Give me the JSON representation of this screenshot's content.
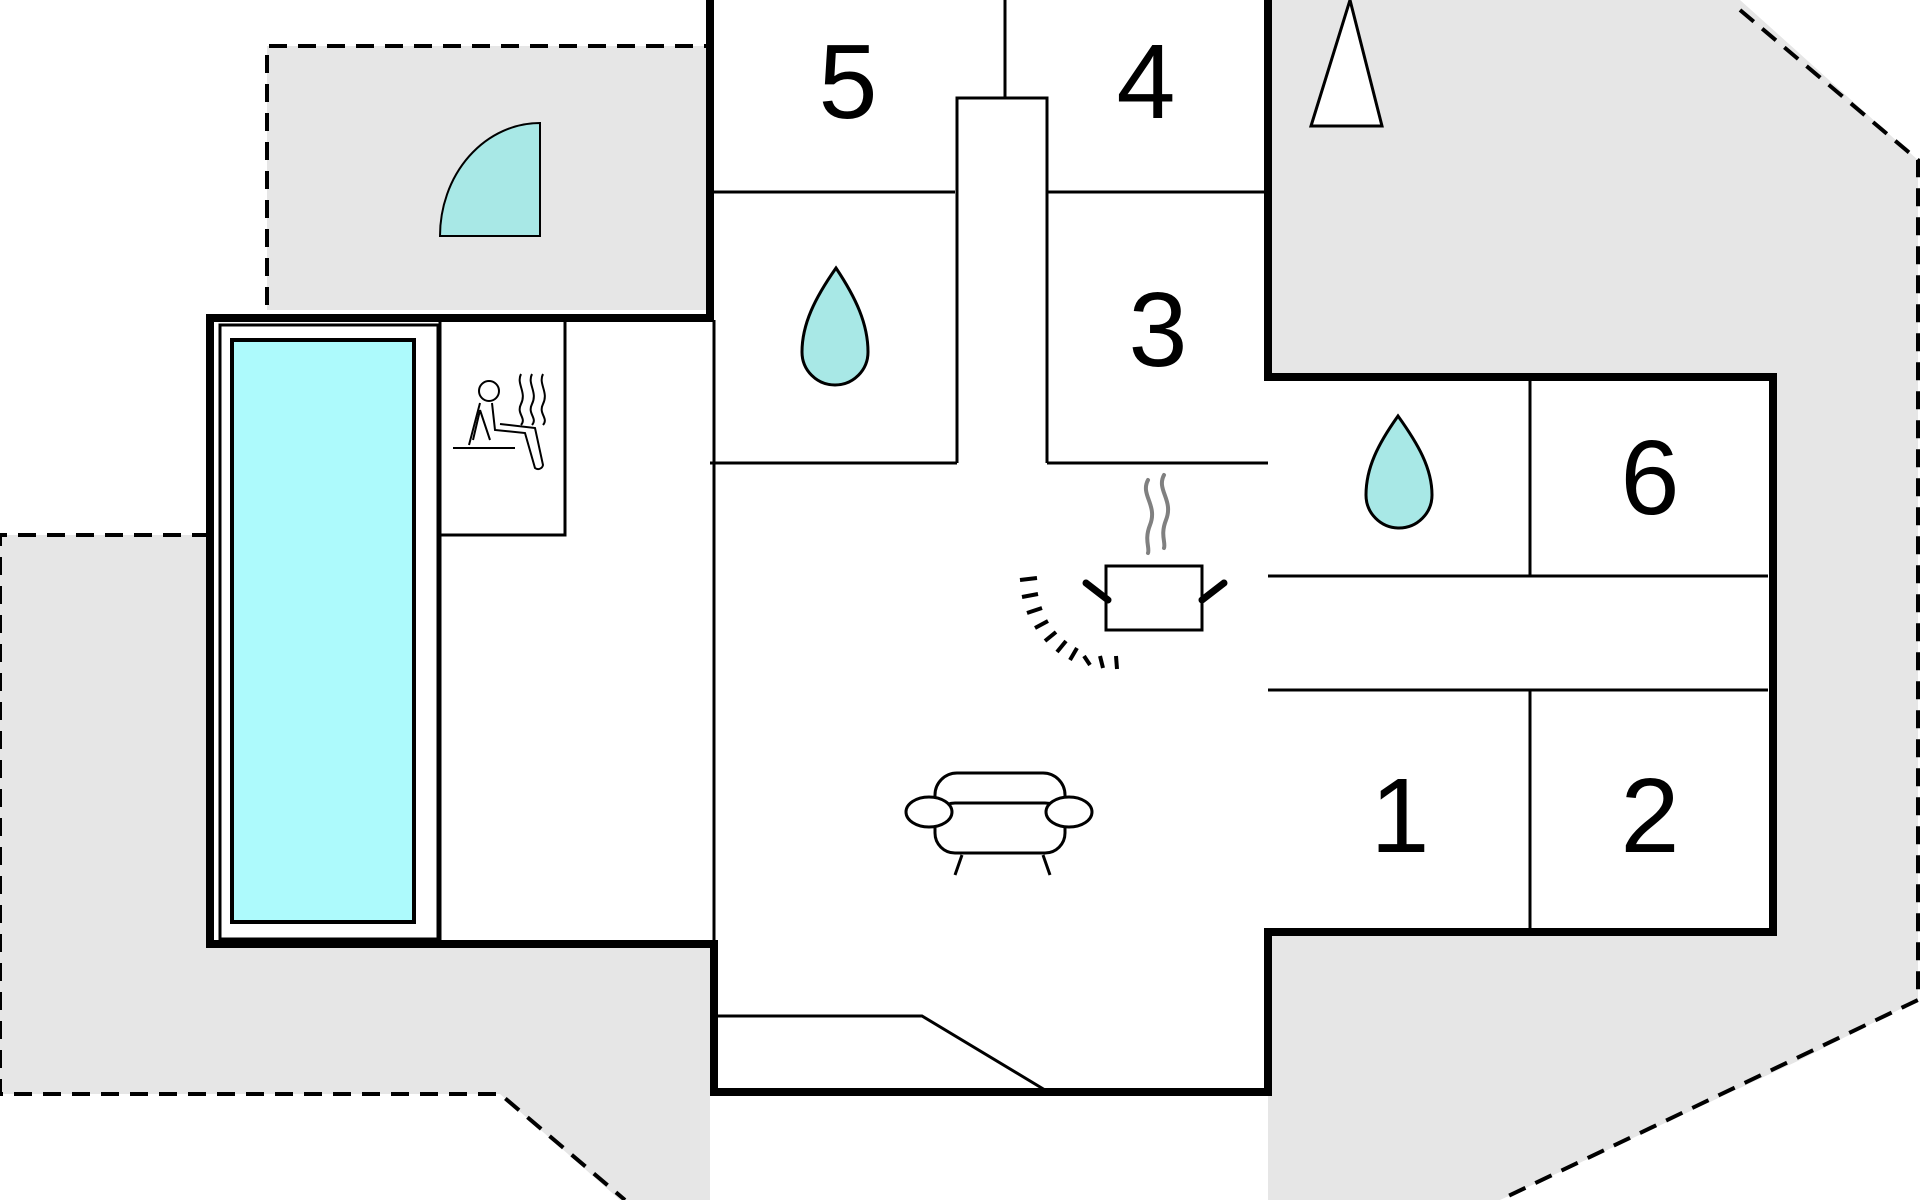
{
  "colors": {
    "terrace": "#e6e6e6",
    "water": "#a8e8e6",
    "pool": "#adfafc",
    "wall": "#000000",
    "steam": "#808080"
  },
  "rooms": {
    "room_1": "1",
    "room_2": "2",
    "room_3": "3",
    "room_4": "4",
    "room_5": "5",
    "room_6": "6"
  },
  "icons": {
    "compass": "north-arrow-icon",
    "door": "door-swing-icon",
    "pool": "swimming-pool",
    "sauna": "sauna-icon",
    "bathroom_left": "water-drop-icon",
    "bathroom_right": "water-drop-icon",
    "kitchen": "cooking-pot-icon",
    "living": "sofa-icon"
  }
}
